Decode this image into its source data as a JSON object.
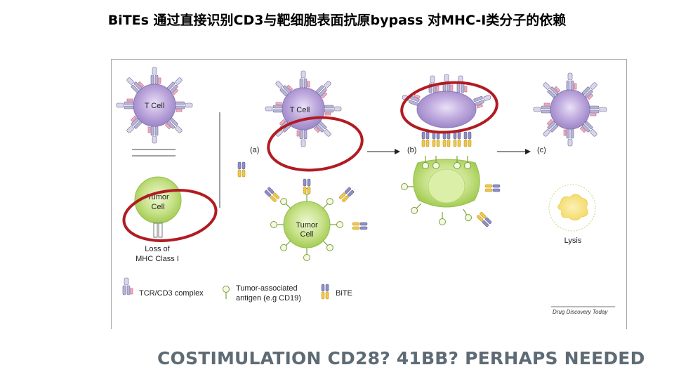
{
  "title": "BiTEs 通过直接识别CD3与靶细胞表面抗原bypass 对MHC-I类分子的依赖",
  "footer": "COSTIMULATION CD28? 41BB? PERHAPS NEEDED",
  "figure": {
    "left_panel": {
      "t_cell": "T Cell",
      "tumor_cell_line1": "Tumor",
      "tumor_cell_line2": "Cell",
      "loss_line1": "Loss of",
      "loss_line2": "MHC Class I"
    },
    "steps": {
      "a": "(a)",
      "b": "(b)",
      "c": "(c)"
    },
    "t_cell_a": "T Cell",
    "tumor_cell_a_line1": "Tumor",
    "tumor_cell_a_line2": "Cell",
    "lysis": "Lysis",
    "legend": {
      "tcr": "TCR/CD3 complex",
      "antigen_line1": "Tumor-associated",
      "antigen_line2": "antigen (e.g CD19)",
      "bite": "BiTE"
    },
    "source": "Drug Discovery Today"
  },
  "colors": {
    "highlight_circle": "#b01c22",
    "t_cell_fill": "#c9b7e2",
    "tumor_cell_fill": "#c8e28a",
    "bite_blue": "#8f8fc4",
    "bite_yellow": "#f0c84a",
    "footer_text": "#5e6b74"
  }
}
